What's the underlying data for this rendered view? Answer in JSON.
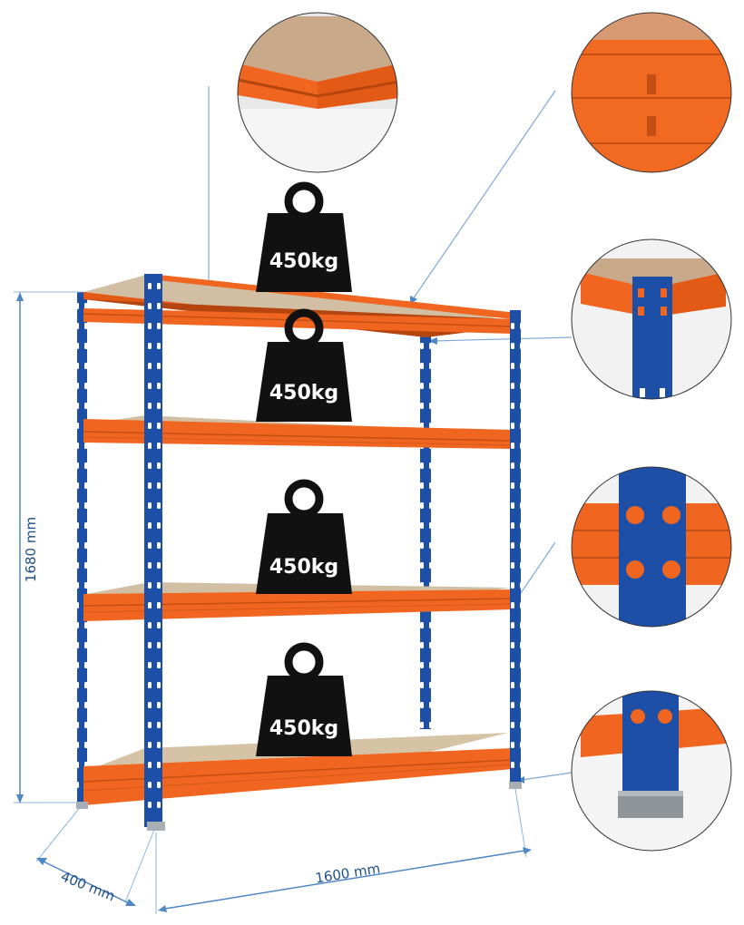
{
  "weights": [
    {
      "label": "450kg"
    },
    {
      "label": "450kg"
    },
    {
      "label": "450kg"
    },
    {
      "label": "450kg"
    }
  ],
  "dimensions": {
    "height": "1680 mm",
    "depth": "400 mm",
    "width": "1600 mm"
  },
  "colors": {
    "frame_blue": "#1d4fa6",
    "shelf_orange": "#f0651f",
    "board": "#cdb99c",
    "dimension_line": "#6f9ed0",
    "dimension_text": "#1f4f86",
    "weight_black": "#111111"
  },
  "detail_callouts": [
    {
      "name": "shelf-corner-detail"
    },
    {
      "name": "beam-slot-detail"
    },
    {
      "name": "post-corner-detail"
    },
    {
      "name": "post-beam-joint-detail"
    },
    {
      "name": "foot-plate-detail"
    }
  ]
}
